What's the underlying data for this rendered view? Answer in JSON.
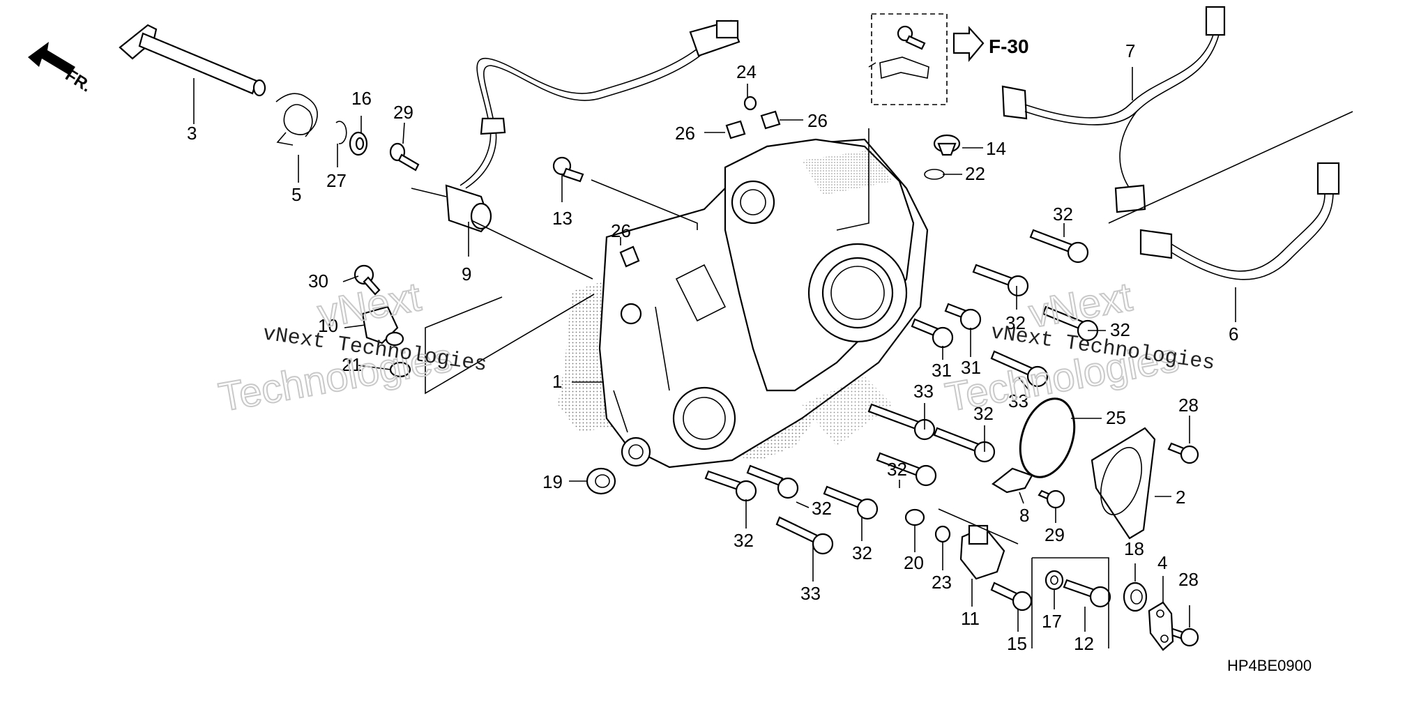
{
  "diagram": {
    "direction_label": "FR.",
    "reference_label": "F-30",
    "diagram_code": "HP4BE0900",
    "watermark_text": "vNext Technologies",
    "watermark_large": [
      "vNext",
      "Technologies"
    ]
  },
  "callouts": [
    {
      "id": "c3",
      "label": "3"
    },
    {
      "id": "c5",
      "label": "5"
    },
    {
      "id": "c27",
      "label": "27"
    },
    {
      "id": "c16",
      "label": "16"
    },
    {
      "id": "c29a",
      "label": "29"
    },
    {
      "id": "c9",
      "label": "9"
    },
    {
      "id": "c30",
      "label": "30"
    },
    {
      "id": "c10",
      "label": "10"
    },
    {
      "id": "c21",
      "label": "21"
    },
    {
      "id": "c24",
      "label": "24"
    },
    {
      "id": "c26a",
      "label": "26"
    },
    {
      "id": "c26b",
      "label": "26"
    },
    {
      "id": "c13",
      "label": "13"
    },
    {
      "id": "c26c",
      "label": "26"
    },
    {
      "id": "c14",
      "label": "14"
    },
    {
      "id": "c22",
      "label": "22"
    },
    {
      "id": "c7",
      "label": "7"
    },
    {
      "id": "c32a",
      "label": "32"
    },
    {
      "id": "c32b",
      "label": "32"
    },
    {
      "id": "c32c",
      "label": "32"
    },
    {
      "id": "c6",
      "label": "6"
    },
    {
      "id": "c31a",
      "label": "31"
    },
    {
      "id": "c31b",
      "label": "31"
    },
    {
      "id": "c33a",
      "label": "33"
    },
    {
      "id": "c1",
      "label": "1"
    },
    {
      "id": "c33b",
      "label": "33"
    },
    {
      "id": "c32d",
      "label": "32"
    },
    {
      "id": "c25",
      "label": "25"
    },
    {
      "id": "c28a",
      "label": "28"
    },
    {
      "id": "c19",
      "label": "19"
    },
    {
      "id": "c32e",
      "label": "32"
    },
    {
      "id": "c32f",
      "label": "32"
    },
    {
      "id": "c32g",
      "label": "32"
    },
    {
      "id": "c32h",
      "label": "32"
    },
    {
      "id": "c8",
      "label": "8"
    },
    {
      "id": "c2",
      "label": "2"
    },
    {
      "id": "c29b",
      "label": "29"
    },
    {
      "id": "c33c",
      "label": "33"
    },
    {
      "id": "c20",
      "label": "20"
    },
    {
      "id": "c23",
      "label": "23"
    },
    {
      "id": "c18",
      "label": "18"
    },
    {
      "id": "c4",
      "label": "4"
    },
    {
      "id": "c28b",
      "label": "28"
    },
    {
      "id": "c11",
      "label": "11"
    },
    {
      "id": "c15",
      "label": "15"
    },
    {
      "id": "c17",
      "label": "17"
    },
    {
      "id": "c12",
      "label": "12"
    }
  ]
}
